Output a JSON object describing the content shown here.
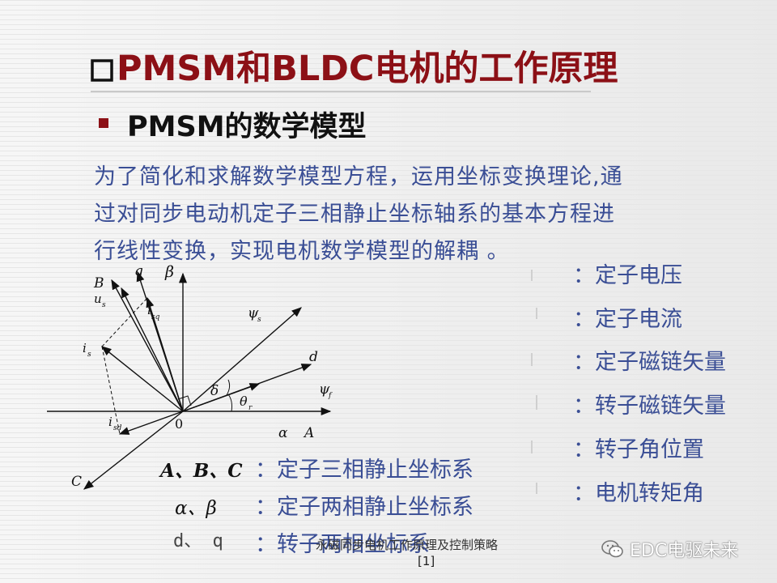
{
  "title": {
    "icon": "checkbox-square-icon",
    "text": "PMSM和BLDC电机的工作原理",
    "color": "#8c1016"
  },
  "section": {
    "bullet_icon": "square-bullet-icon",
    "text": "PMSM的数学模型"
  },
  "paragraph": [
    "为了简化和求解数学模型方程，运用坐标变换理论,通",
    "过对同步电动机定子三相静止坐标轴系的基本方程进",
    "行线性变换，实现电机数学模型的解耦 。"
  ],
  "symbol_list": [
    "：定子电压",
    "：定子电流",
    "：定子磁链矢量",
    "：转子磁链矢量",
    "：转子角位置",
    "：电机转矩角"
  ],
  "frames": [
    {
      "key": "A、B、C",
      "desc": "：定子三相静止坐标系"
    },
    {
      "key": "α、β",
      "desc": "：定子两相静止坐标系"
    },
    {
      "key": "d、 q",
      "desc": "：转子两相坐标系"
    }
  ],
  "diagram": {
    "labels": {
      "B": "B",
      "q": "q",
      "beta": "β",
      "us": "u",
      "us_sub": "s",
      "isq": "i",
      "isq_sub": "sq",
      "is": "i",
      "is_sub": "s",
      "psis": "ψ",
      "psis_sub": "s",
      "d": "d",
      "delta": "δ",
      "psif": "ψ",
      "psif_sub": "f",
      "theta": "θ",
      "theta_sub": "r",
      "isd": "i",
      "isd_sub": "sd",
      "origin": "0",
      "alpha": "α",
      "A": "A",
      "C": "C"
    }
  },
  "footer": {
    "caption": "永磁同步电机工作原理及控制策略",
    "ref": "[1]"
  },
  "watermark": {
    "icon": "wechat-icon",
    "text": "EDC电驱未来"
  },
  "colors": {
    "accent": "#8c1016",
    "body_text": "#3a4e95"
  }
}
